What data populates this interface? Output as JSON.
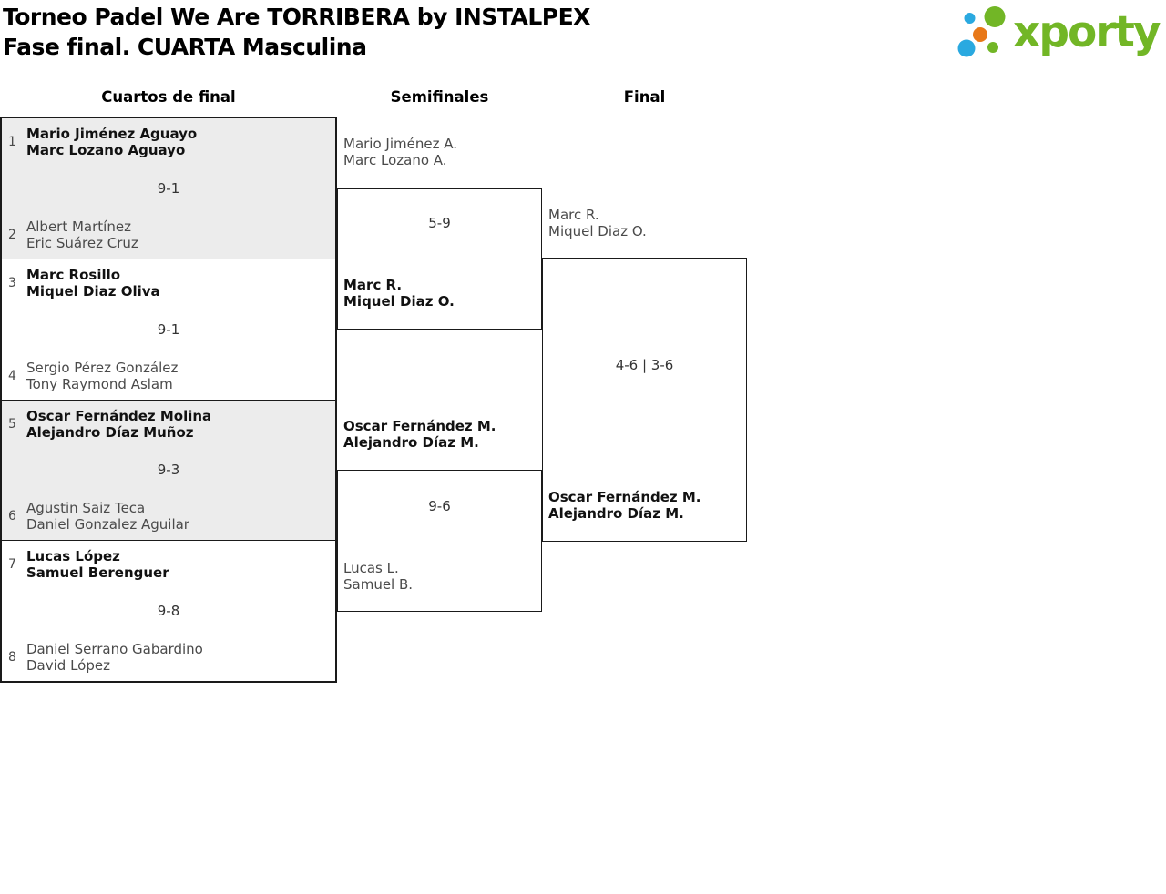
{
  "header": {
    "title_line1": "Torneo Padel We Are TORRIBERA by INSTALPEX",
    "title_line2": "Fase final. CUARTA Masculina",
    "logo_text": "xporty",
    "logo_colors": {
      "green": "#72b626",
      "blue": "#2aa9e0",
      "orange": "#e87818"
    }
  },
  "rounds": {
    "quarterfinals": {
      "label": "Cuartos de final",
      "matches": [
        {
          "top_seed": "1",
          "top": {
            "lines": [
              "Mario Jiménez Aguayo",
              "Marc Lozano Aguayo"
            ],
            "bold": true
          },
          "score": "9-1",
          "bottom_seed": "2",
          "bottom": {
            "lines": [
              "Albert Martínez",
              "Eric Suárez Cruz"
            ],
            "bold": false
          }
        },
        {
          "top_seed": "3",
          "top": {
            "lines": [
              "Marc Rosillo",
              "Miquel Diaz Oliva"
            ],
            "bold": true
          },
          "score": "9-1",
          "bottom_seed": "4",
          "bottom": {
            "lines": [
              "Sergio Pérez González",
              "Tony Raymond Aslam"
            ],
            "bold": false
          }
        },
        {
          "top_seed": "5",
          "top": {
            "lines": [
              "Oscar Fernández Molina",
              "Alejandro Díaz Muñoz"
            ],
            "bold": true
          },
          "score": "9-3",
          "bottom_seed": "6",
          "bottom": {
            "lines": [
              "Agustin Saiz Teca",
              "Daniel Gonzalez Aguilar"
            ],
            "bold": false
          }
        },
        {
          "top_seed": "7",
          "top": {
            "lines": [
              "Lucas López",
              "Samuel Berenguer"
            ],
            "bold": true
          },
          "score": "9-8",
          "bottom_seed": "8",
          "bottom": {
            "lines": [
              "Daniel Serrano Gabardino",
              "David López"
            ],
            "bold": false
          }
        }
      ]
    },
    "semifinals": {
      "label": "Semifinales",
      "matches": [
        {
          "top": {
            "lines": [
              "Mario Jiménez A.",
              "Marc Lozano A."
            ],
            "bold": false
          },
          "score": "5-9",
          "bottom": {
            "lines": [
              "Marc R.",
              "Miquel Diaz O."
            ],
            "bold": true
          }
        },
        {
          "top": {
            "lines": [
              "Oscar Fernández M.",
              "Alejandro Díaz M."
            ],
            "bold": true
          },
          "score": "9-6",
          "bottom": {
            "lines": [
              "Lucas L.",
              "Samuel B."
            ],
            "bold": false
          }
        }
      ]
    },
    "final": {
      "label": "Final",
      "matches": [
        {
          "top": {
            "lines": [
              "Marc R.",
              "Miquel Diaz O."
            ],
            "bold": false
          },
          "score": "4-6 | 3-6",
          "bottom": {
            "lines": [
              "Oscar Fernández M.",
              "Alejandro Díaz M."
            ],
            "bold": true
          }
        }
      ]
    }
  }
}
